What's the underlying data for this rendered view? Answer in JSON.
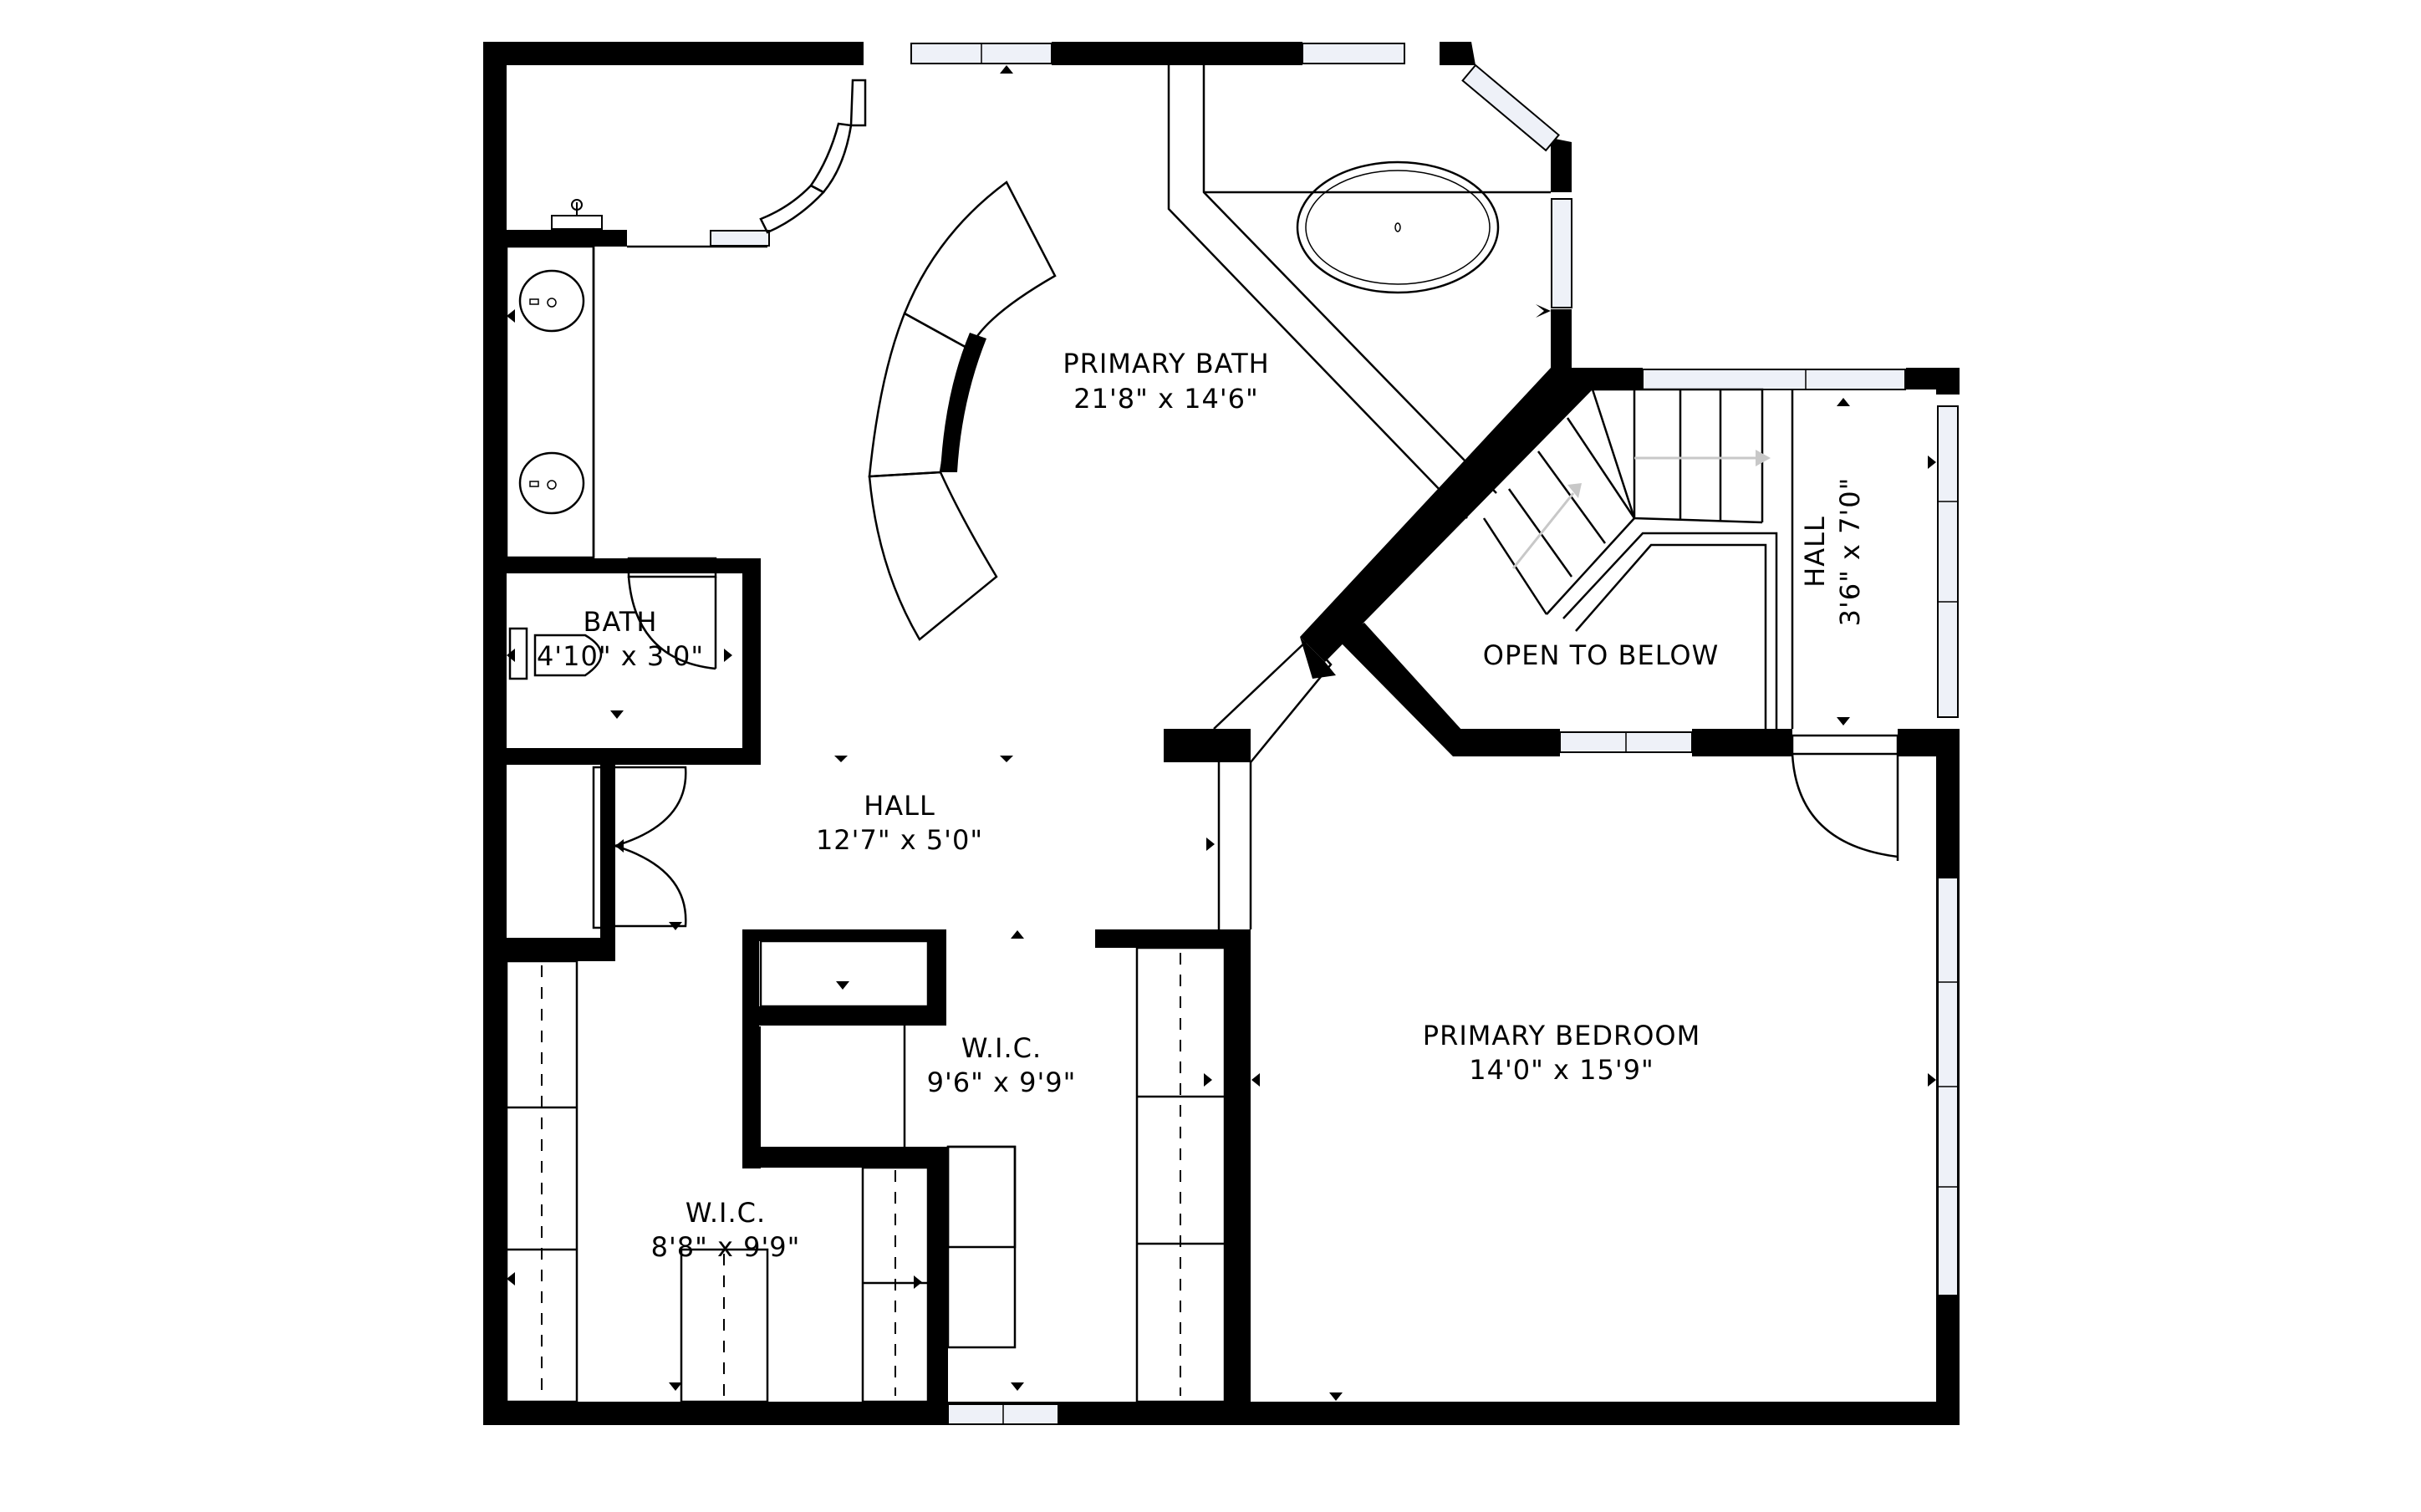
{
  "rooms": {
    "primary_bath": {
      "name": "PRIMARY BATH",
      "dims": "21'8\" x 14'6\""
    },
    "bath": {
      "name": "BATH",
      "dims": "4'10\" x 3'0\""
    },
    "hall_main": {
      "name": "HALL",
      "dims": "12'7\" x 5'0\""
    },
    "hall_side": {
      "name": "HALL",
      "dims": "3'6\" x 7'0\""
    },
    "open_to_below": {
      "name": "OPEN TO BELOW"
    },
    "wic_center": {
      "name": "W.I.C.",
      "dims": "9'6\" x 9'9\""
    },
    "wic_left": {
      "name": "W.I.C.",
      "dims": "8'8\" x 9'9\""
    },
    "primary_bedroom": {
      "name": "PRIMARY BEDROOM",
      "dims": "14'0\" x 15'9\""
    }
  },
  "colors": {
    "wall": "#000000",
    "window_fill": "#eef1f8",
    "stair_arrow": "#c8c8c8"
  },
  "icons": [
    "bathtub-icon",
    "sink-icon",
    "toilet-icon",
    "faucet-icon",
    "door-swing-icon",
    "stair-arrow-icon"
  ]
}
